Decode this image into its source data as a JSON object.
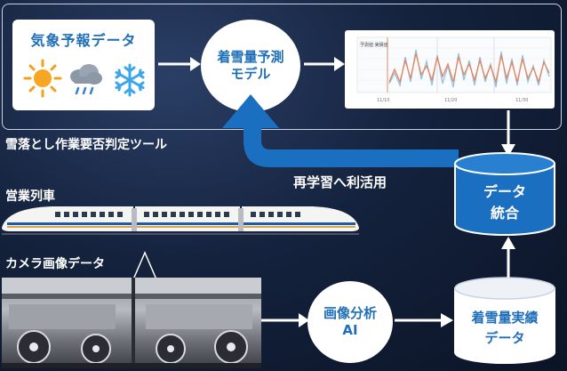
{
  "tool": {
    "label": "雪落とし作業要否判定ツール"
  },
  "weather": {
    "title": "気象予報データ",
    "icons": [
      "sun-icon",
      "rain-cloud-icon",
      "snowflake-icon"
    ]
  },
  "model": {
    "line1": "着雪量予測",
    "line2": "モデル"
  },
  "chart": {
    "legend_text": "予測値 実績値",
    "tick_left": "11/10",
    "tick_mid": "11/20",
    "tick_right": "11/30"
  },
  "feedback": {
    "label": "再学習へ利活用"
  },
  "integrate": {
    "line1": "データ",
    "line2": "統合"
  },
  "train": {
    "label": "営業列車"
  },
  "camera": {
    "label": "カメラ画像データ"
  },
  "ai": {
    "line1": "画像分析",
    "line2": "AI"
  },
  "actual": {
    "line1": "着雪量実績",
    "line2": "データ"
  },
  "colors": {
    "accent_blue": "#1f6fb8",
    "arrow_blue": "#1a6fc0",
    "predicted": "#e8845a",
    "actual": "#8fc3e8",
    "background": "#14223d"
  }
}
